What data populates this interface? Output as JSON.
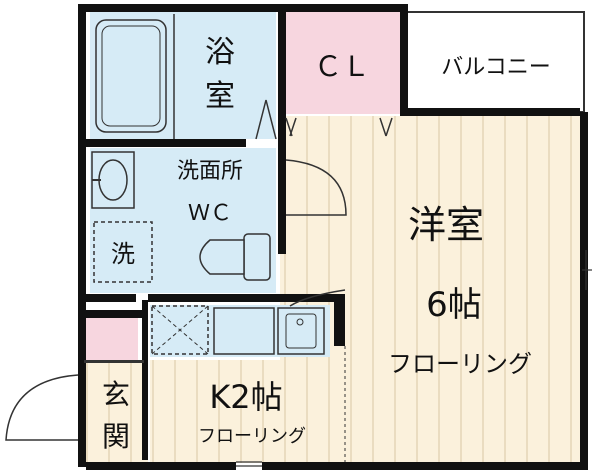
{
  "colors": {
    "wall": "#111111",
    "floor": "#fbf1dc",
    "floor_line": "#d9c7a3",
    "wet_area": "#d6ebf6",
    "closet": "#f7d6df",
    "entrance_pink": "#f7d6df",
    "balcony": "#ffffff",
    "fixture_line": "#333333"
  },
  "rooms": {
    "bathroom": {
      "label_line1": "浴",
      "label_line2": "室"
    },
    "closet": {
      "label": "ＣＬ"
    },
    "balcony": {
      "label": "バルコニー"
    },
    "washroom": {
      "label_line1": "洗面所",
      "label_line2": "ＷＣ"
    },
    "washer": {
      "label": "洗"
    },
    "western_room": {
      "label": "洋室",
      "size": "6帖",
      "floor": "フローリング"
    },
    "kitchen": {
      "label": "K2帖",
      "floor": "フローリング"
    },
    "entrance": {
      "label_line1": "玄",
      "label_line2": "関"
    }
  }
}
